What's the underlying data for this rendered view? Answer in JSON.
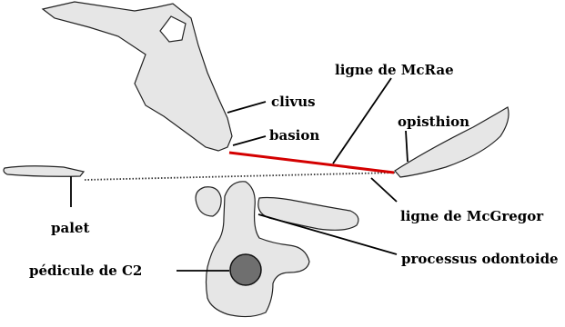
{
  "labels": {
    "clivus": "clivus",
    "basion": "basion",
    "mcrae": "ligne de McRae",
    "opisthion": "opisthion",
    "mcgregor": "ligne de McGregor",
    "palet": "palet",
    "odontoide": "processus odontoide",
    "pedicule": "pédicule de C2"
  },
  "colors": {
    "mcrae_line": "#d40000",
    "bone_fill": "#e6e6e6",
    "pedicle_fill": "#6f6f6f"
  }
}
